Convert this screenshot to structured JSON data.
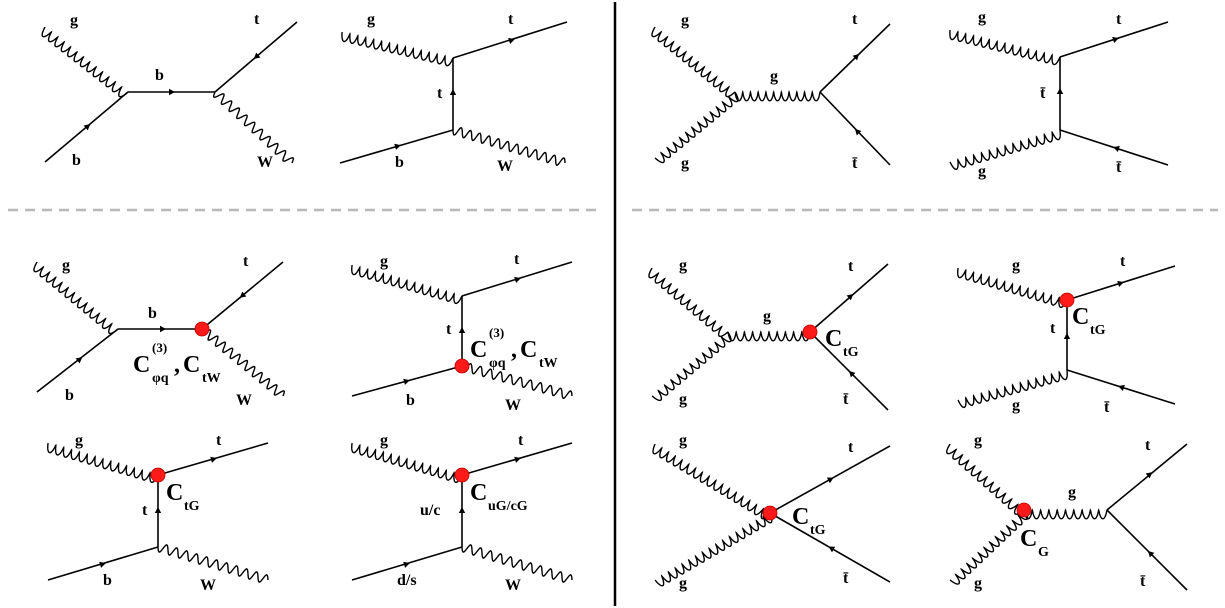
{
  "particles": {
    "g": "g",
    "b": "b",
    "t": "t",
    "tbar": "t̄",
    "W": "W",
    "u_c": "u/c",
    "d_s": "d/s"
  },
  "couplings": {
    "C": "C",
    "C_phi_q_sub": "φq",
    "C_phi_q_sup": "(3)",
    "C_tW_sub": "tW",
    "C_tG_sub": "tG",
    "C_uG_cG_sub": "uG/cG",
    "C_G_sub": "G",
    "comma": ","
  },
  "colors": {
    "line": "#000000",
    "vertex": "#ff1a1a",
    "dashed_separator": "#b8b8b8",
    "divider": "#000000"
  }
}
